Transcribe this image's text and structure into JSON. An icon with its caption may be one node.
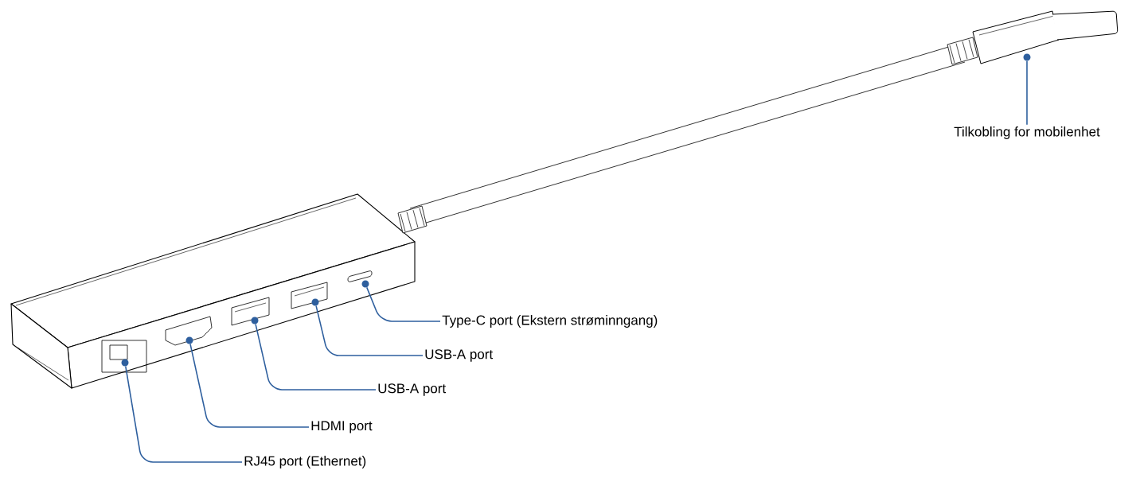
{
  "diagram": {
    "nodes": [
      {
        "text": [
          "Tilkobling for mobilenhet"
        ]
      },
      {
        "text": [
          "Type-C port (Ekstern strøminngang)"
        ]
      },
      {
        "text": [
          "USB-A port"
        ]
      },
      {
        "text": [
          "USB-A port"
        ]
      },
      {
        "text": [
          "HDMI port"
        ]
      },
      {
        "text": [
          "RJ45 port (Ethernet)"
        ]
      },
      {
        "text": [],
        "shape": "circle"
      },
      {
        "text": [],
        "shape": "circle"
      },
      {
        "text": [],
        "shape": "circle"
      },
      {
        "text": [],
        "shape": "circle"
      },
      {
        "text": [],
        "shape": "circle"
      },
      {
        "text": [],
        "shape": "circle"
      }
    ],
    "edges": [
      {
        "from": 0,
        "to": 11,
        "arrow": "none"
      },
      {
        "from": 1,
        "to": 10,
        "arrow": "none"
      },
      {
        "from": 2,
        "to": 9,
        "arrow": "none"
      },
      {
        "from": 3,
        "to": 8,
        "arrow": "none"
      },
      {
        "from": 4,
        "to": 7,
        "arrow": "none"
      },
      {
        "from": 5,
        "to": 6,
        "arrow": "none"
      }
    ]
  }
}
